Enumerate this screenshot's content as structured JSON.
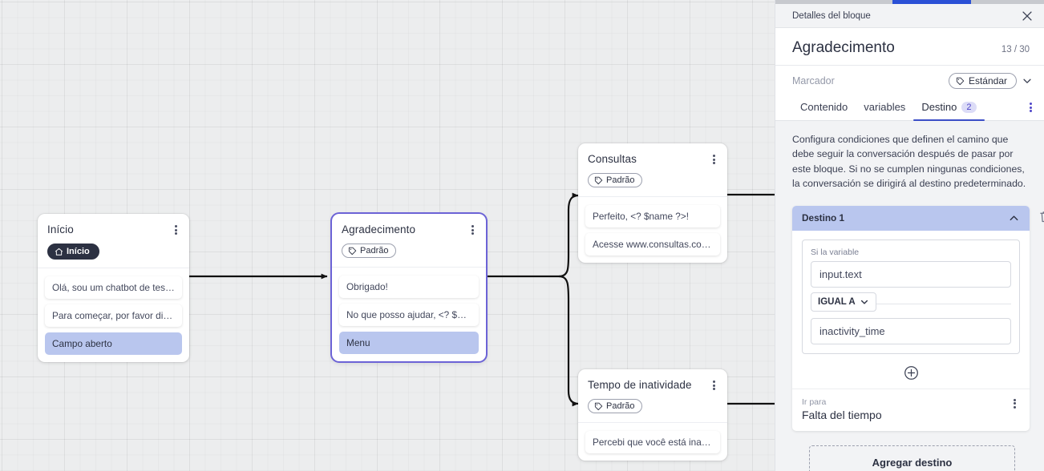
{
  "canvas": {
    "nodes": [
      {
        "id": "inicio",
        "title": "Início",
        "badge": "Início",
        "badge_style": "dark",
        "badge_icon": "home-icon",
        "rows": [
          {
            "text": "Olá, sou um chatbot de teste!",
            "highlight": false
          },
          {
            "text": "Para começar, por favor digite o ...",
            "highlight": false
          },
          {
            "text": "Campo aberto",
            "highlight": true
          }
        ]
      },
      {
        "id": "agradecimento",
        "title": "Agradecimento",
        "badge": "Padrão",
        "badge_style": "outline",
        "badge_icon": "tag-icon",
        "selected": true,
        "rows": [
          {
            "text": "Obrigado!",
            "highlight": false
          },
          {
            "text": "No que posso ajudar, <? $name ...",
            "highlight": false
          },
          {
            "text": "Menu",
            "highlight": true
          }
        ]
      },
      {
        "id": "consultas",
        "title": "Consultas",
        "badge": "Padrão",
        "badge_style": "outline",
        "badge_icon": "tag-icon",
        "rows": [
          {
            "text": "Perfeito, <? $name ?>!",
            "highlight": false
          },
          {
            "text": "Acesse www.consultas.com par...",
            "highlight": false
          }
        ]
      },
      {
        "id": "inatividade",
        "title": "Tempo de inatividade",
        "badge": "Padrão",
        "badge_style": "outline",
        "badge_icon": "tag-icon",
        "rows": [
          {
            "text": "Percebi que você está inativo. C...",
            "highlight": false
          }
        ]
      }
    ]
  },
  "panel": {
    "titlebar": "Detalles del bloque",
    "close_icon": "close-icon",
    "block_title": "Agradecimento",
    "counter": "13 / 30",
    "marker_label": "Marcador",
    "marker_value": "Estándar",
    "tabs": [
      {
        "label": "Contenido",
        "active": false,
        "badge": ""
      },
      {
        "label": "variables",
        "active": false,
        "badge": ""
      },
      {
        "label": "Destino",
        "active": true,
        "badge": "2"
      }
    ],
    "description": "Configura condiciones que definen el camino que debe seguir la conversación después de pasar por este bloque. Si no se cumplen ningunas condiciones, la conversación se dirigirá al destino predeterminado.",
    "destination": {
      "header": "Destino 1",
      "collapse_icon": "chevron-up-icon",
      "delete_icon": "trash-icon",
      "condition_label": "Si la variable",
      "variable_value": "input.text",
      "operator": "IGUAL A",
      "compare_value": "inactivity_time",
      "add_condition_icon": "plus-circle-icon",
      "goto_label": "Ir para",
      "goto_value": "Falta del tiempo"
    },
    "add_destination": "Agregar destino"
  },
  "colors": {
    "accent": "#3b4ec7",
    "highlight_row": "#b9c6ee",
    "selected_border": "#6c63d6",
    "progress": "#2b50d6"
  }
}
